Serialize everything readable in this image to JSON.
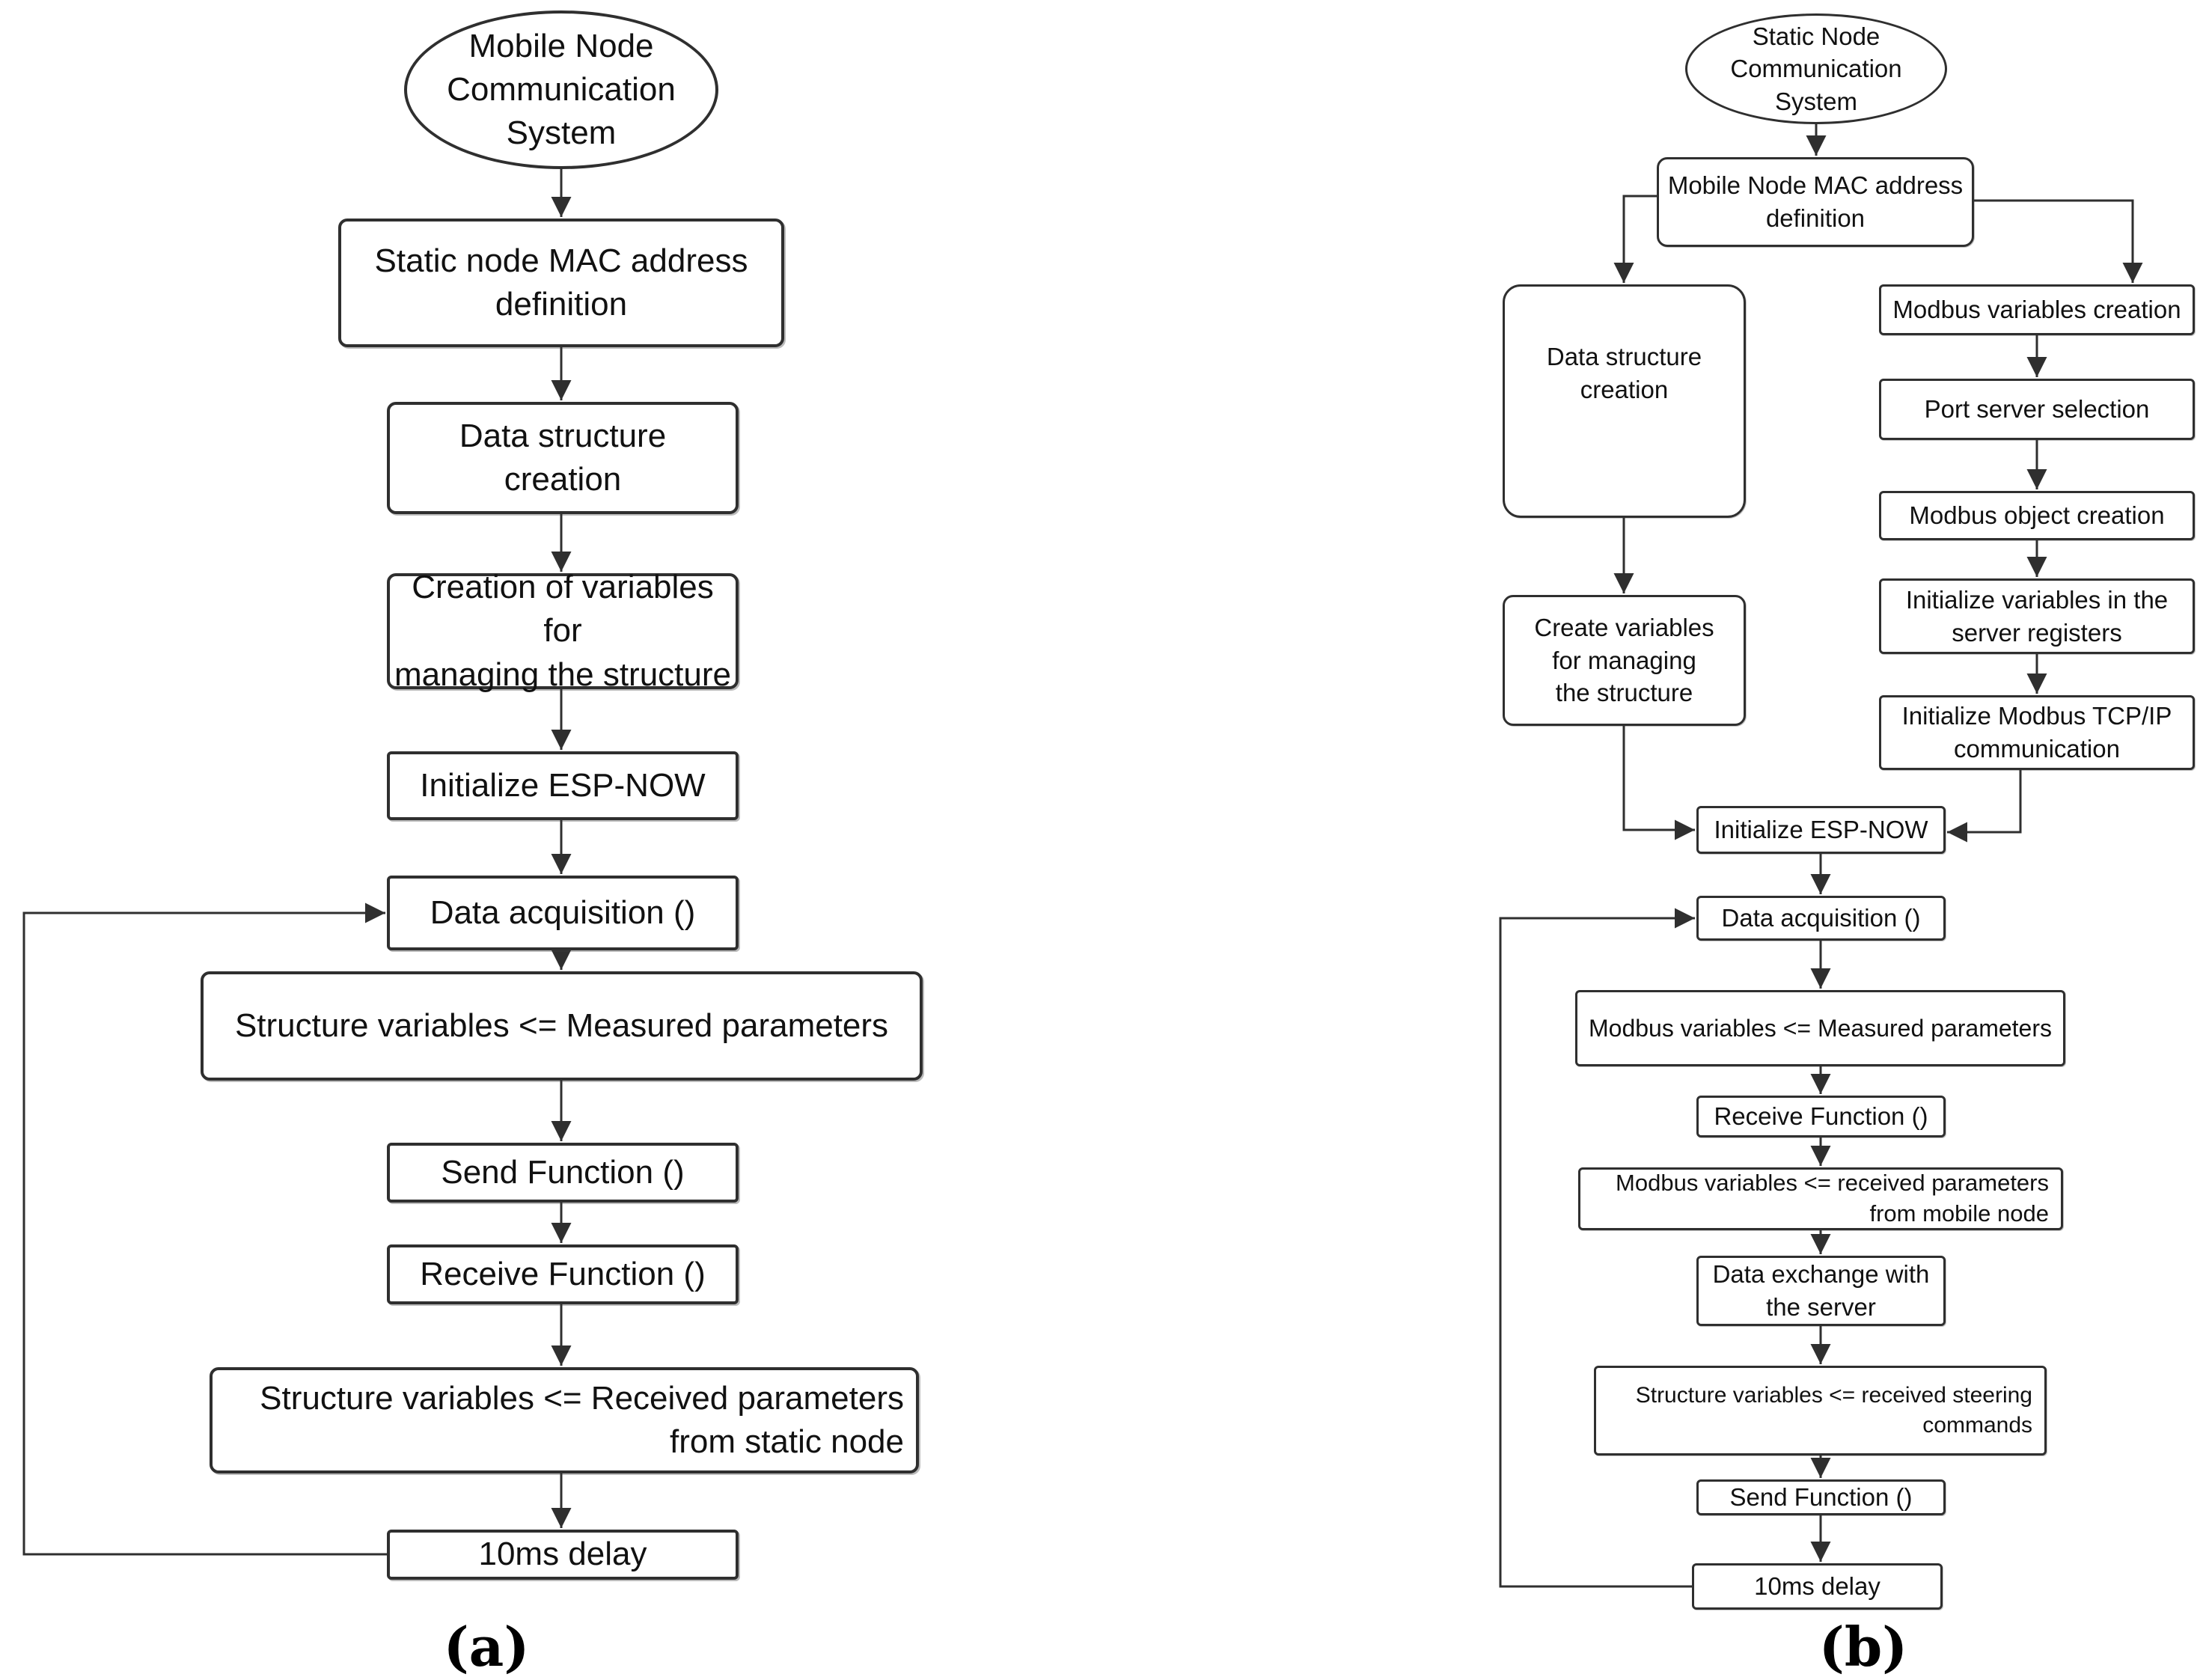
{
  "panel_a": {
    "caption": "(a)",
    "start_label": "Mobile Node\nCommunication\nSystem",
    "nodes": [
      "Static node MAC address\ndefinition",
      "Data structure\ncreation",
      "Creation of variables for\nmanaging the structure",
      "Initialize ESP-NOW",
      "Data acquisition ()",
      "Structure variables <= Measured parameters",
      "Send Function ()",
      "Receive Function ()",
      "Structure variables <= Received parameters\nfrom static node",
      "10ms delay"
    ]
  },
  "panel_b": {
    "caption": "(b)",
    "start_label": "Static Node\nCommunication\nSystem",
    "nodes": [
      "Mobile Node MAC address\ndefinition",
      "Data structure\ncreation",
      "Create variables\nfor managing\nthe structure",
      "Modbus variables creation",
      "Port server selection",
      "Modbus object creation",
      "Initialize variables in the\nserver registers",
      "Initialize Modbus TCP/IP\ncommunication",
      "Initialize ESP-NOW",
      "Data acquisition ()",
      "Modbus variables <= Measured parameters",
      "Receive Function ()",
      "Modbus variables <= received parameters\nfrom mobile node",
      "Data exchange with\nthe server",
      "Structure variables <= received steering\ncommands",
      "Send Function ()",
      "10ms delay"
    ]
  },
  "colors": {
    "line": "#2f2f2f",
    "background": "#ffffff",
    "text": "#111111"
  }
}
